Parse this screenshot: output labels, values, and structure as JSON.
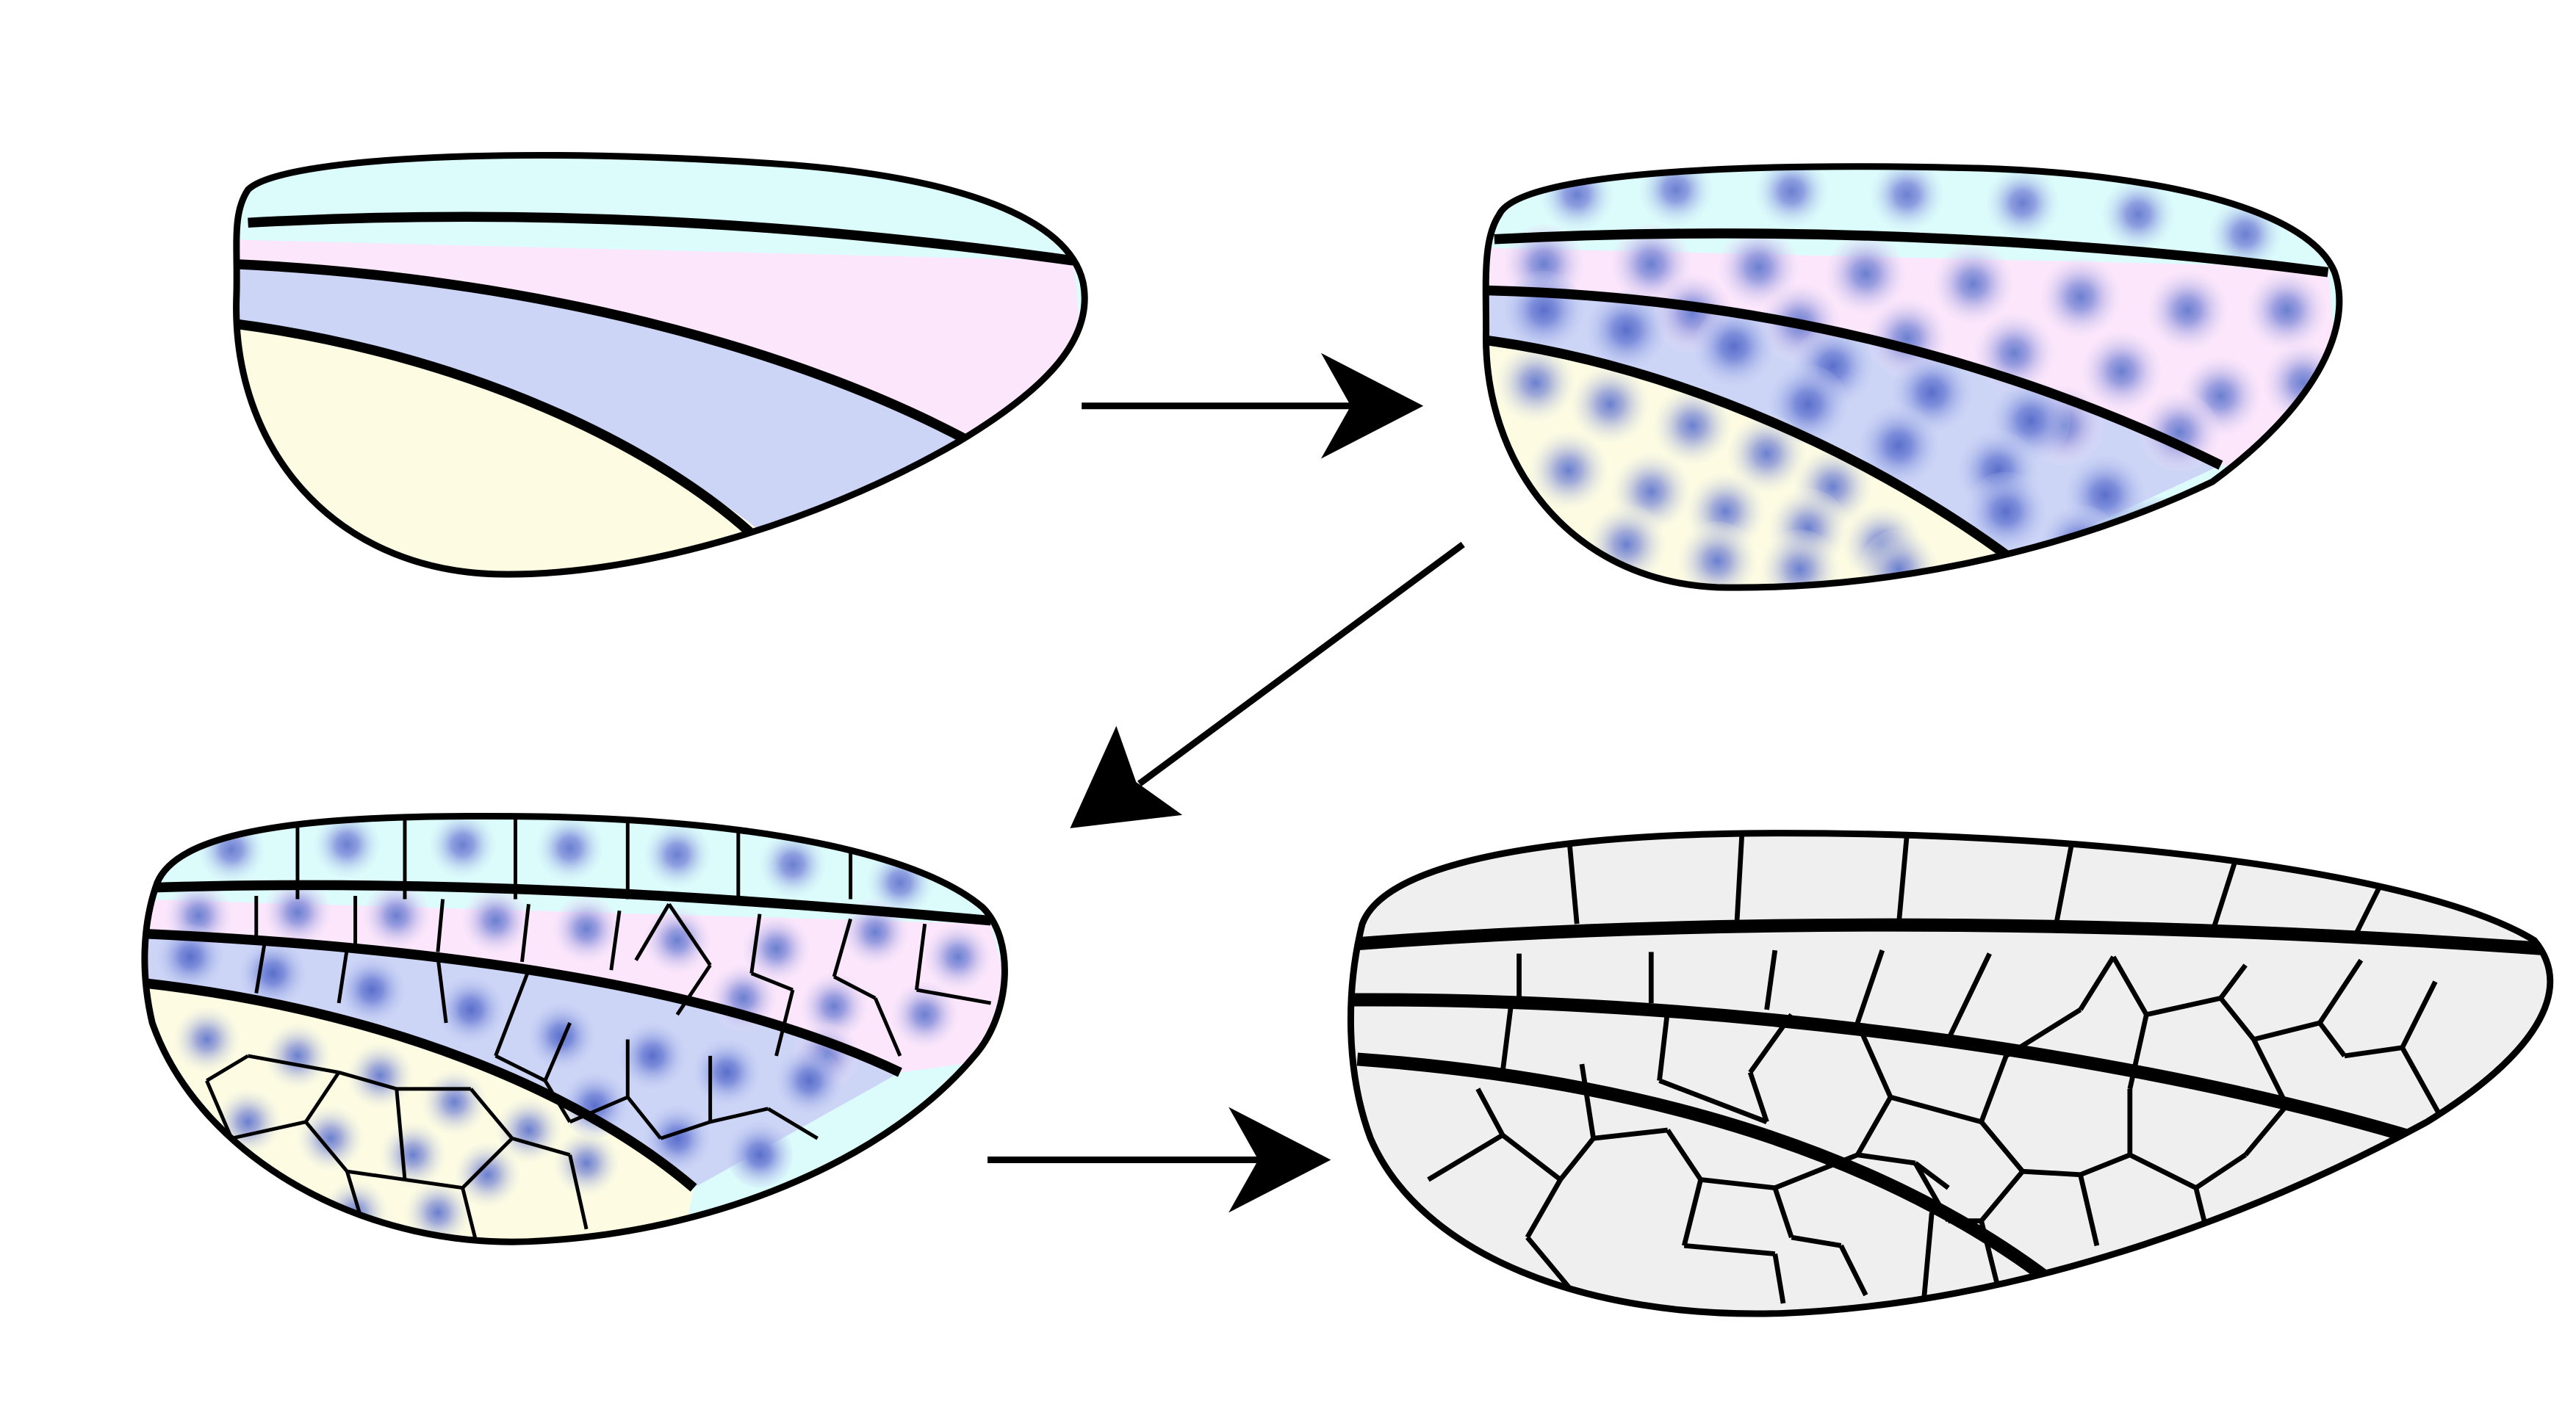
{
  "colors": {
    "background": "#ffffff",
    "outline": "#000000",
    "zone_costal": "#dcfbfb",
    "zone_pink": "#fbe6fb",
    "zone_blue": "#ccd5f6",
    "zone_yellow": "#fdfce3",
    "cell_center": "#6a7fd0",
    "final_wing_fill": "#efefef"
  },
  "stages": [
    {
      "name": "stage-1-wing",
      "pattern": "zones-only"
    },
    {
      "name": "stage-2-wing",
      "pattern": "zones-with-cell-centers"
    },
    {
      "name": "stage-3-wing",
      "pattern": "zones-with-cells-and-veins"
    },
    {
      "name": "stage-4-wing",
      "pattern": "final-venation"
    }
  ],
  "arrows": [
    {
      "name": "arrow-stage1-to-stage2",
      "direction": "right"
    },
    {
      "name": "arrow-stage2-to-stage3",
      "direction": "down-left"
    },
    {
      "name": "arrow-stage3-to-stage4",
      "direction": "right"
    }
  ]
}
